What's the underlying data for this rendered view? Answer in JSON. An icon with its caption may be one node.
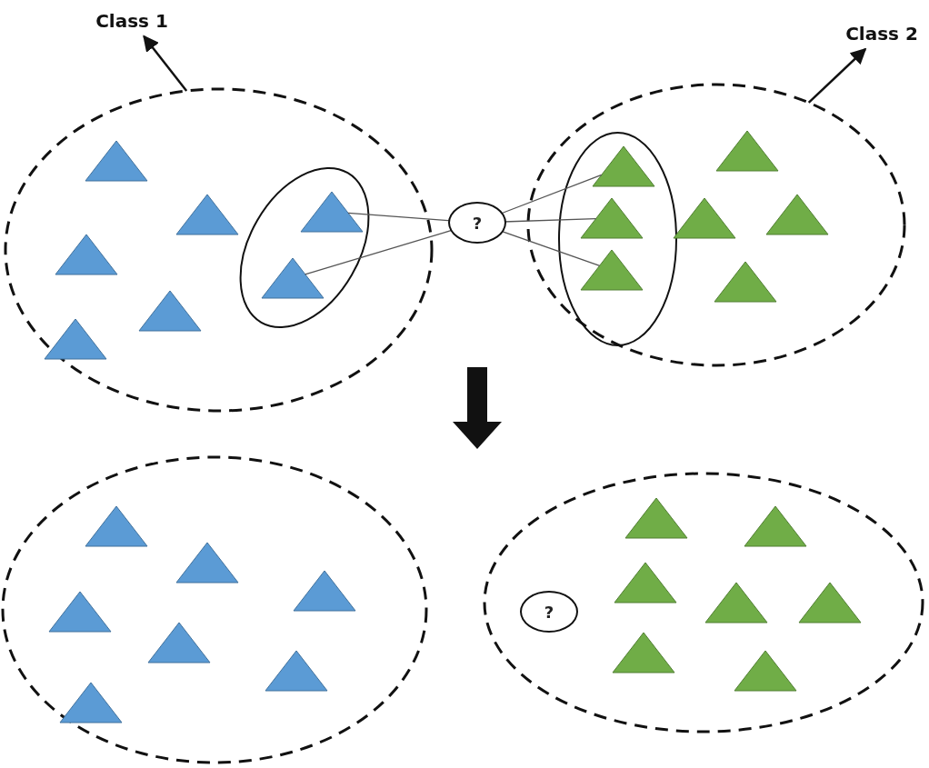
{
  "diagram": {
    "nodes": [
      {
        "text": [
          "Class 1"
        ]
      },
      {
        "text": [],
        "shape": "ellipse"
      },
      {
        "text": [],
        "shape": "triangle",
        "in": 1
      },
      {
        "text": [],
        "shape": "triangle",
        "in": 1
      },
      {
        "text": [],
        "shape": "triangle",
        "in": 1
      },
      {
        "text": [],
        "shape": "triangle",
        "in": 1
      },
      {
        "text": [],
        "shape": "triangle",
        "in": 1
      },
      {
        "text": [],
        "shape": "ellipse",
        "in": 1
      },
      {
        "text": [],
        "shape": "triangle",
        "in": 7
      },
      {
        "text": [],
        "shape": "triangle",
        "in": 7
      },
      {
        "text": [
          "?"
        ]
      },
      {
        "text": [
          "Class 2"
        ]
      },
      {
        "text": [],
        "shape": "ellipse"
      },
      {
        "text": [],
        "shape": "ellipse",
        "in": 12
      },
      {
        "text": [],
        "shape": "triangle",
        "in": 13
      },
      {
        "text": [],
        "shape": "triangle",
        "in": 13
      },
      {
        "text": [],
        "shape": "triangle",
        "in": 13
      },
      {
        "text": [],
        "shape": "triangle",
        "in": 12
      },
      {
        "text": [],
        "shape": "triangle",
        "in": 12
      },
      {
        "text": [],
        "shape": "triangle",
        "in": 12
      },
      {
        "text": [],
        "shape": "triangle",
        "in": 12
      },
      {
        "text": [],
        "shape": "ellipse"
      },
      {
        "text": [],
        "shape": "triangle",
        "in": 21
      },
      {
        "text": [],
        "shape": "triangle",
        "in": 21
      },
      {
        "text": [],
        "shape": "triangle",
        "in": 21
      },
      {
        "text": [],
        "shape": "triangle",
        "in": 21
      },
      {
        "text": [],
        "shape": "triangle",
        "in": 21
      },
      {
        "text": [],
        "shape": "triangle",
        "in": 21
      },
      {
        "text": [],
        "shape": "triangle",
        "in": 21
      },
      {
        "text": [],
        "shape": "ellipse"
      },
      {
        "text": [
          "?"
        ],
        "in": 29
      },
      {
        "text": [],
        "shape": "triangle",
        "in": 29
      },
      {
        "text": [],
        "shape": "triangle",
        "in": 29
      },
      {
        "text": [],
        "shape": "triangle",
        "in": 29
      },
      {
        "text": [],
        "shape": "triangle",
        "in": 29
      },
      {
        "text": [],
        "shape": "triangle",
        "in": 29
      },
      {
        "text": [],
        "shape": "triangle",
        "in": 29
      },
      {
        "text": [],
        "shape": "triangle",
        "in": 29
      }
    ],
    "edges": [
      {
        "from": 1,
        "to": 0,
        "arrow": "to"
      },
      {
        "from": 12,
        "to": 11,
        "arrow": "to"
      },
      {
        "from": 10,
        "to": 8,
        "arrow": "none"
      },
      {
        "from": 10,
        "to": 9,
        "arrow": "none"
      },
      {
        "from": 10,
        "to": 14,
        "arrow": "none"
      },
      {
        "from": 10,
        "to": 15,
        "arrow": "none"
      },
      {
        "from": 10,
        "to": 16,
        "arrow": "none"
      }
    ]
  }
}
